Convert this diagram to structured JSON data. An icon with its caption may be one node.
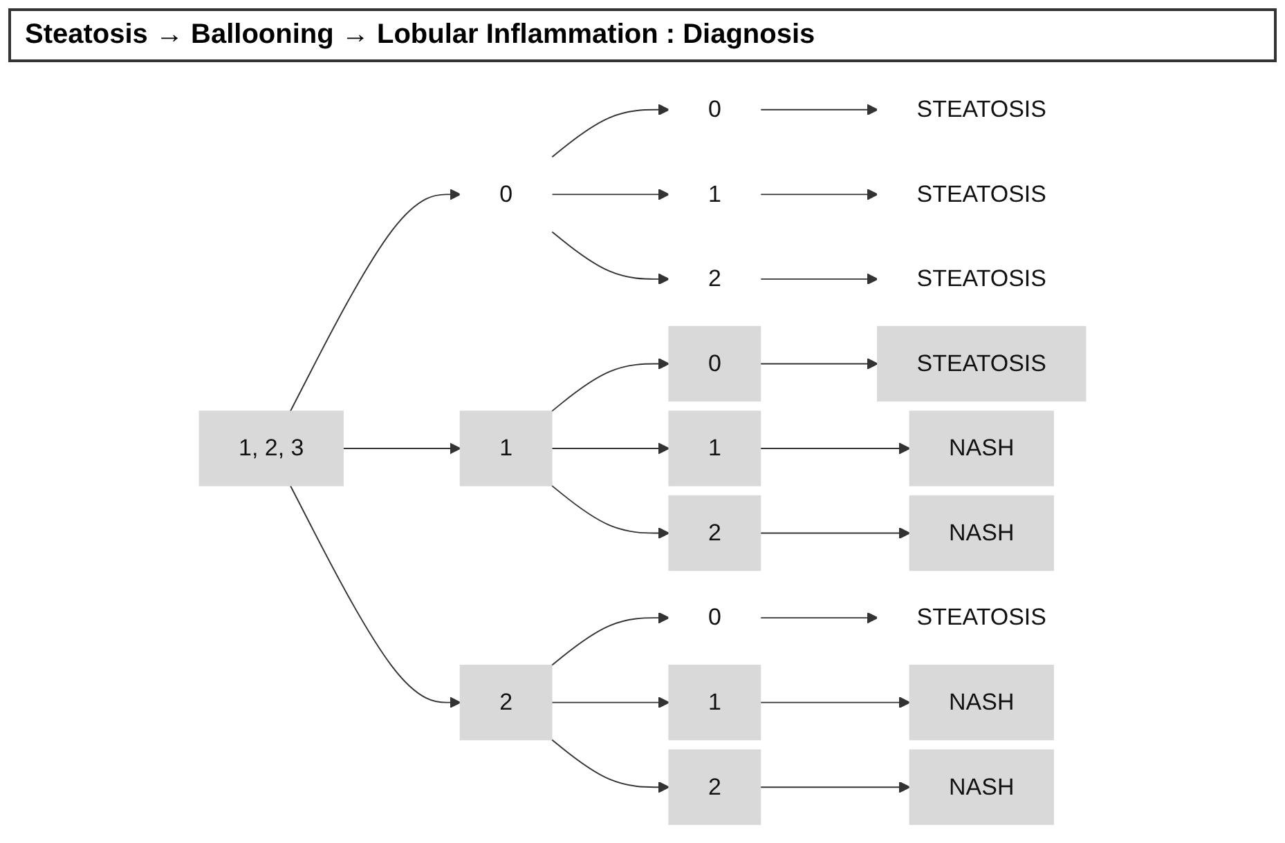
{
  "diagram": {
    "title": "Steatosis → Ballooning → Lobular Inflammation : Diagnosis",
    "nodes": [
      {
        "text": [
          "1, 2, 3"
        ]
      },
      {
        "text": [
          "0"
        ]
      },
      {
        "text": [
          "0"
        ]
      },
      {
        "text": [
          "1"
        ]
      },
      {
        "text": [
          "2"
        ]
      },
      {
        "text": [
          "STEATOSIS"
        ]
      },
      {
        "text": [
          "STEATOSIS"
        ]
      },
      {
        "text": [
          "STEATOSIS"
        ]
      },
      {
        "text": [
          "1"
        ]
      },
      {
        "text": [
          "0"
        ]
      },
      {
        "text": [
          "1"
        ]
      },
      {
        "text": [
          "2"
        ]
      },
      {
        "text": [
          "STEATOSIS"
        ]
      },
      {
        "text": [
          "NASH"
        ]
      },
      {
        "text": [
          "NASH"
        ]
      },
      {
        "text": [
          "2"
        ]
      },
      {
        "text": [
          "0"
        ]
      },
      {
        "text": [
          "1"
        ]
      },
      {
        "text": [
          "2"
        ]
      },
      {
        "text": [
          "STEATOSIS"
        ]
      },
      {
        "text": [
          "NASH"
        ]
      },
      {
        "text": [
          "NASH"
        ]
      }
    ],
    "edges": [
      {
        "from": 0,
        "to": 1,
        "arrow": "to"
      },
      {
        "from": 0,
        "to": 8,
        "arrow": "to"
      },
      {
        "from": 0,
        "to": 15,
        "arrow": "to"
      },
      {
        "from": 1,
        "to": 2,
        "arrow": "to"
      },
      {
        "from": 1,
        "to": 3,
        "arrow": "to"
      },
      {
        "from": 1,
        "to": 4,
        "arrow": "to"
      },
      {
        "from": 2,
        "to": 5,
        "arrow": "to"
      },
      {
        "from": 3,
        "to": 6,
        "arrow": "to"
      },
      {
        "from": 4,
        "to": 7,
        "arrow": "to"
      },
      {
        "from": 8,
        "to": 9,
        "arrow": "to"
      },
      {
        "from": 8,
        "to": 10,
        "arrow": "to"
      },
      {
        "from": 8,
        "to": 11,
        "arrow": "to"
      },
      {
        "from": 9,
        "to": 12,
        "arrow": "to"
      },
      {
        "from": 10,
        "to": 13,
        "arrow": "to"
      },
      {
        "from": 11,
        "to": 14,
        "arrow": "to"
      },
      {
        "from": 15,
        "to": 16,
        "arrow": "to"
      },
      {
        "from": 15,
        "to": 17,
        "arrow": "to"
      },
      {
        "from": 15,
        "to": 18,
        "arrow": "to"
      },
      {
        "from": 16,
        "to": 19,
        "arrow": "to"
      },
      {
        "from": 17,
        "to": 20,
        "arrow": "to"
      },
      {
        "from": 18,
        "to": 21,
        "arrow": "to"
      }
    ]
  }
}
